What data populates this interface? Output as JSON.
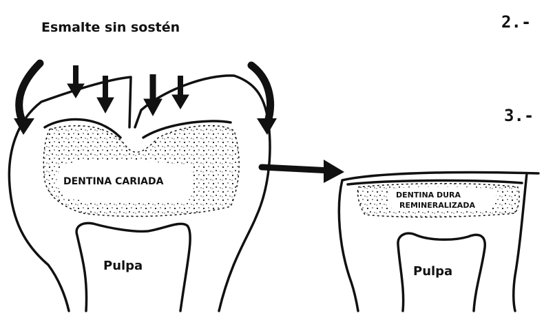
{
  "header_label": "Esmalte sin sostén",
  "step_numbers": [
    "2.-",
    "3.-"
  ],
  "left_tooth": {
    "dentin_label": "DENTINA CARIADA",
    "pulp_label": "Pulpa"
  },
  "right_tooth": {
    "dentin_label_line1": "DENTINA DURA",
    "dentin_label_line2": "REMINERALIZADA",
    "pulp_label": "Pulpa"
  },
  "colors": {
    "ink": "#111111",
    "paper": "#ffffff"
  }
}
